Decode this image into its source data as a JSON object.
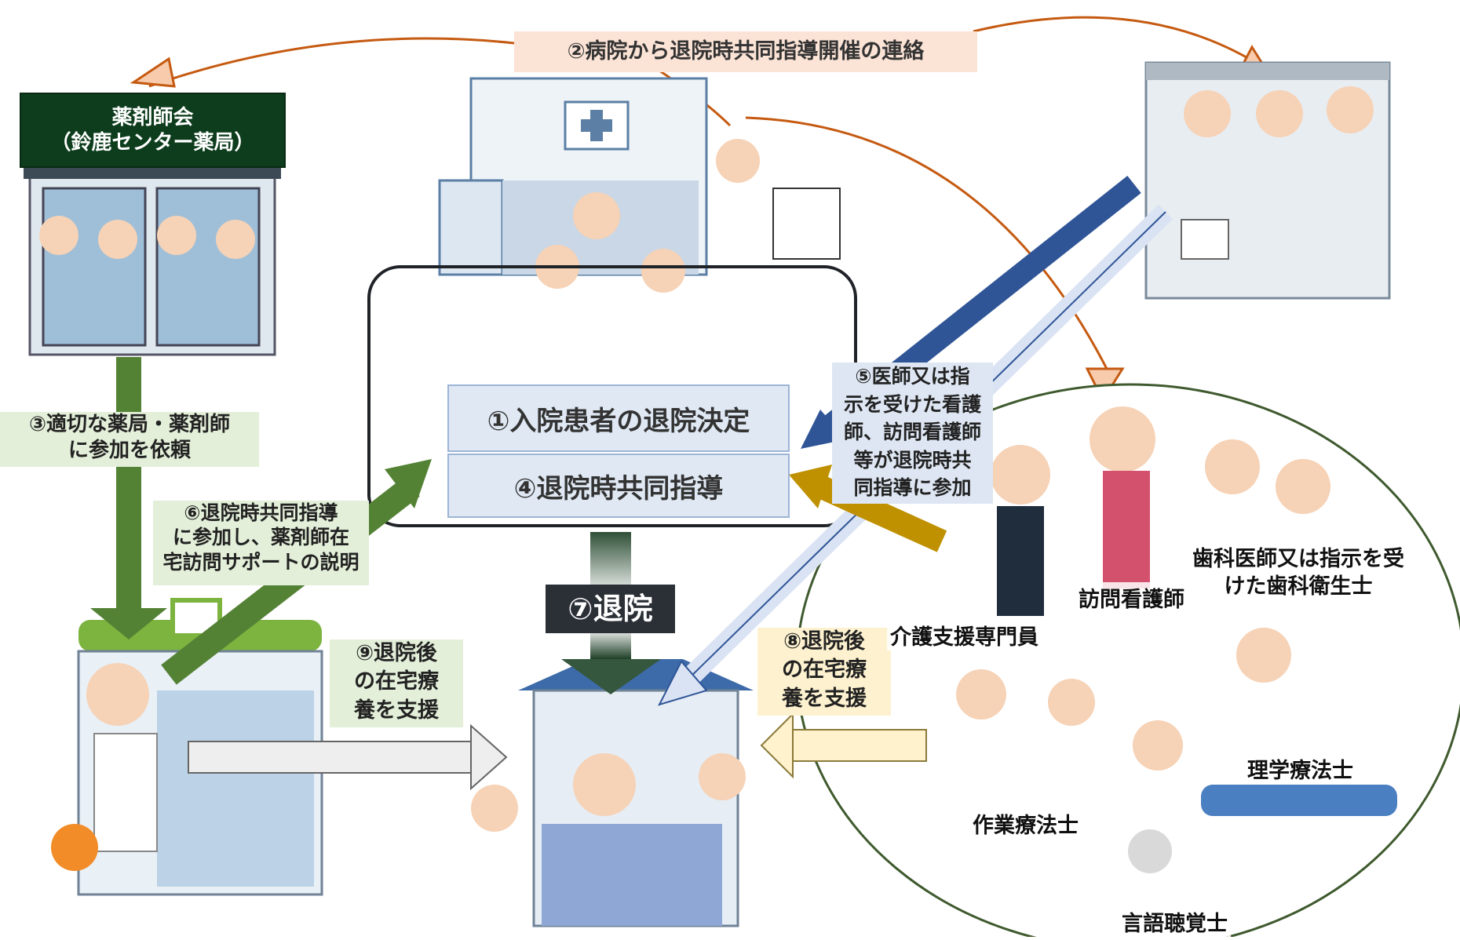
{
  "pharmacist_association": {
    "title": "薬剤師会",
    "subtitle": "（鈴鹿センター薬局）"
  },
  "hospital": {
    "step1": "①入院患者の退院決定",
    "step4": "④退院時共同指導"
  },
  "steps": {
    "step2": "②病院から退院時共同指導開催の連絡",
    "step3": [
      "③適切な薬局・薬剤師",
      "に参加を依頼"
    ],
    "step5": [
      "⑤医師又は指",
      "示を受けた看護",
      "師、訪問看護師",
      "等が退院時共",
      "同指導に参加"
    ],
    "step6": [
      "⑥退院時共同指導",
      "に参加し、薬剤師在",
      "宅訪問サポートの説明"
    ],
    "step7": "⑦退院",
    "step8": [
      "⑧退院後",
      "の在宅療",
      "養を支援"
    ],
    "step9": [
      "⑨退院後",
      "の在宅療",
      "養を支援"
    ]
  },
  "roles": {
    "home_nurse": "訪問看護師",
    "care_manager": "介護支援専門員",
    "dentist": [
      "歯科医師又は指示を受",
      "けた歯科衛生士"
    ],
    "physical_therapist": "理学療法士",
    "occupational_therapist": "作業療法士",
    "speech_therapist": "言語聴覚士"
  },
  "colors": {
    "green_arrow": "#548235",
    "navy_arrow": "#2f5597",
    "light_arrow": "#dae3f3",
    "gold_arrow": "#bf9000",
    "peach_arrow": "#f4b183",
    "cream_arrow": "#fff2cc",
    "gray_arrow": "#e7e6e6"
  }
}
